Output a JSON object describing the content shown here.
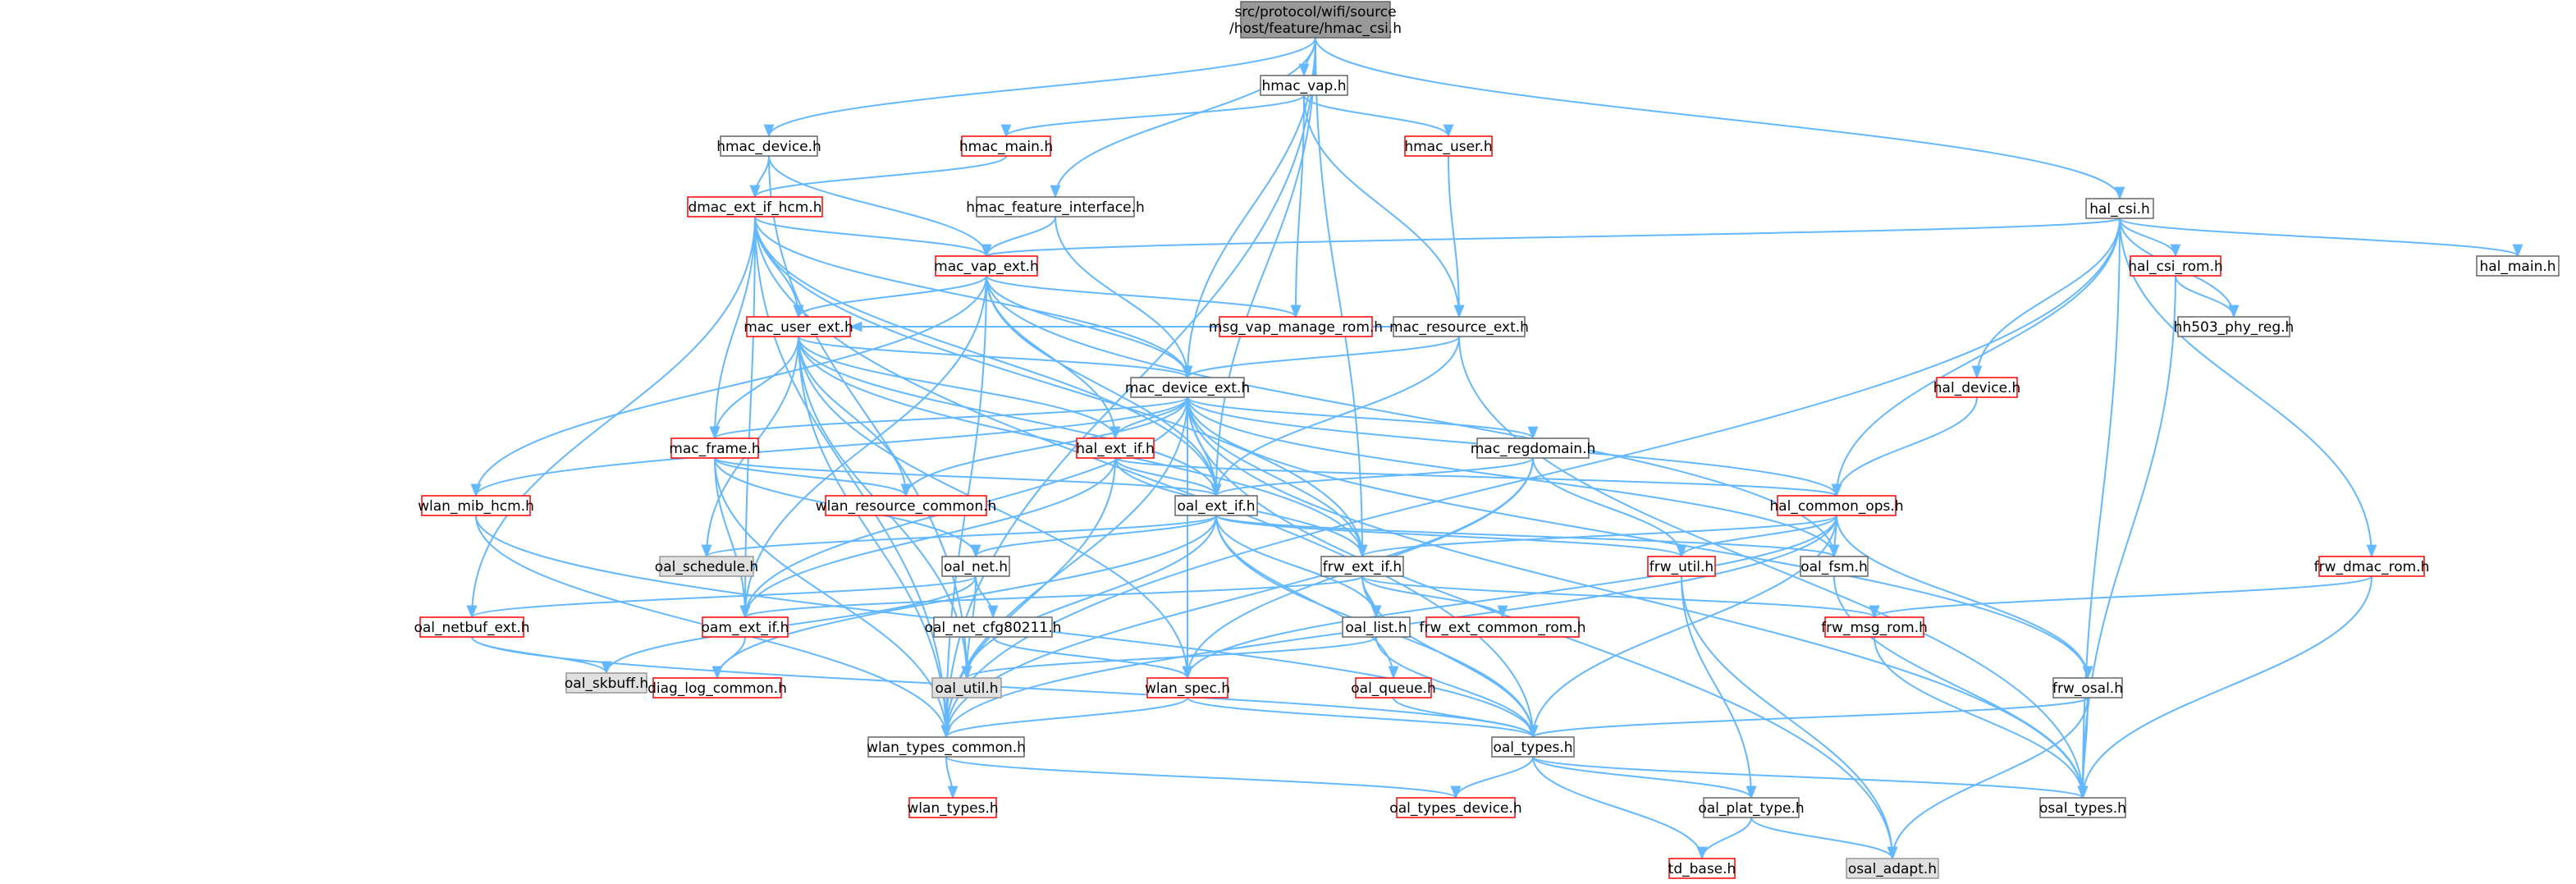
{
  "diagram": {
    "colors": {
      "edge": "#63b8ff",
      "border_normal": "#666666",
      "border_truncated": "#ff0000",
      "fill_normal": "#ffffff",
      "fill_root": "#999999",
      "fill_external": "#e0e0e0",
      "text": "#000000"
    },
    "nodes": [
      {
        "id": "root",
        "label": "src/protocol/wifi/source\n/host/feature/hmac_csi.h",
        "style": "root"
      },
      {
        "id": "hmac_vap",
        "label": "hmac_vap.h",
        "style": "normal"
      },
      {
        "id": "hmac_device",
        "label": "hmac_device.h",
        "style": "normal"
      },
      {
        "id": "hmac_main",
        "label": "hmac_main.h",
        "style": "truncated"
      },
      {
        "id": "hmac_user",
        "label": "hmac_user.h",
        "style": "truncated"
      },
      {
        "id": "hal_csi",
        "label": "hal_csi.h",
        "style": "normal"
      },
      {
        "id": "dmac_ext_if_hcm",
        "label": "dmac_ext_if_hcm.h",
        "style": "truncated"
      },
      {
        "id": "hmac_feature_interface",
        "label": "hmac_feature_interface.h",
        "style": "normal"
      },
      {
        "id": "mac_vap_ext",
        "label": "mac_vap_ext.h",
        "style": "truncated"
      },
      {
        "id": "hal_csi_rom",
        "label": "hal_csi_rom.h",
        "style": "truncated"
      },
      {
        "id": "hal_main",
        "label": "hal_main.h",
        "style": "normal"
      },
      {
        "id": "msg_vap_manage_rom",
        "label": "msg_vap_manage_rom.h",
        "style": "truncated"
      },
      {
        "id": "mac_resource_ext",
        "label": "mac_resource_ext.h",
        "style": "normal"
      },
      {
        "id": "mac_user_ext",
        "label": "mac_user_ext.h",
        "style": "truncated"
      },
      {
        "id": "hh503_phy_reg",
        "label": "hh503_phy_reg.h",
        "style": "normal"
      },
      {
        "id": "mac_device_ext",
        "label": "mac_device_ext.h",
        "style": "normal"
      },
      {
        "id": "hal_device",
        "label": "hal_device.h",
        "style": "truncated"
      },
      {
        "id": "mac_frame",
        "label": "mac_frame.h",
        "style": "truncated"
      },
      {
        "id": "hal_ext_if",
        "label": "hal_ext_if.h",
        "style": "truncated"
      },
      {
        "id": "mac_regdomain",
        "label": "mac_regdomain.h",
        "style": "normal"
      },
      {
        "id": "wlan_mib_hcm",
        "label": "wlan_mib_hcm.h",
        "style": "truncated"
      },
      {
        "id": "wlan_resource_common",
        "label": "wlan_resource_common.h",
        "style": "truncated"
      },
      {
        "id": "oal_ext_if",
        "label": "oal_ext_if.h",
        "style": "normal"
      },
      {
        "id": "hal_common_ops",
        "label": "hal_common_ops.h",
        "style": "truncated"
      },
      {
        "id": "oal_schedule",
        "label": "oal_schedule.h",
        "style": "external"
      },
      {
        "id": "oal_net",
        "label": "oal_net.h",
        "style": "normal"
      },
      {
        "id": "frw_ext_if",
        "label": "frw_ext_if.h",
        "style": "normal"
      },
      {
        "id": "frw_util",
        "label": "frw_util.h",
        "style": "truncated"
      },
      {
        "id": "oal_fsm",
        "label": "oal_fsm.h",
        "style": "normal"
      },
      {
        "id": "frw_dmac_rom",
        "label": "frw_dmac_rom.h",
        "style": "truncated"
      },
      {
        "id": "oal_netbuf_ext",
        "label": "oal_netbuf_ext.h",
        "style": "truncated"
      },
      {
        "id": "oam_ext_if",
        "label": "oam_ext_if.h",
        "style": "truncated"
      },
      {
        "id": "oal_net_cfg80211",
        "label": "oal_net_cfg80211.h",
        "style": "normal"
      },
      {
        "id": "oal_list",
        "label": "oal_list.h",
        "style": "normal"
      },
      {
        "id": "frw_ext_common_rom",
        "label": "frw_ext_common_rom.h",
        "style": "truncated"
      },
      {
        "id": "frw_msg_rom",
        "label": "frw_msg_rom.h",
        "style": "truncated"
      },
      {
        "id": "oal_skbuff",
        "label": "oal_skbuff.h",
        "style": "external"
      },
      {
        "id": "diag_log_common",
        "label": "diag_log_common.h",
        "style": "truncated"
      },
      {
        "id": "oal_util",
        "label": "oal_util.h",
        "style": "external"
      },
      {
        "id": "wlan_spec",
        "label": "wlan_spec.h",
        "style": "truncated"
      },
      {
        "id": "oal_queue",
        "label": "oal_queue.h",
        "style": "truncated"
      },
      {
        "id": "frw_osal",
        "label": "frw_osal.h",
        "style": "normal"
      },
      {
        "id": "wlan_types_common",
        "label": "wlan_types_common.h",
        "style": "normal"
      },
      {
        "id": "oal_types",
        "label": "oal_types.h",
        "style": "normal"
      },
      {
        "id": "osal_types",
        "label": "osal_types.h",
        "style": "normal"
      },
      {
        "id": "wlan_types",
        "label": "wlan_types.h",
        "style": "truncated"
      },
      {
        "id": "oal_types_device",
        "label": "oal_types_device.h",
        "style": "truncated"
      },
      {
        "id": "oal_plat_type",
        "label": "oal_plat_type.h",
        "style": "normal"
      },
      {
        "id": "td_base",
        "label": "td_base.h",
        "style": "truncated"
      },
      {
        "id": "osal_adapt",
        "label": "osal_adapt.h",
        "style": "external"
      }
    ],
    "edges": [
      [
        "root",
        "hmac_vap"
      ],
      [
        "root",
        "hmac_device"
      ],
      [
        "root",
        "hal_csi"
      ],
      [
        "root",
        "hmac_feature_interface"
      ],
      [
        "root",
        "mac_device_ext"
      ],
      [
        "root",
        "oal_ext_if"
      ],
      [
        "root",
        "frw_ext_if"
      ],
      [
        "root",
        "wlan_types_common"
      ],
      [
        "hmac_vap",
        "hmac_main"
      ],
      [
        "hmac_vap",
        "hmac_user"
      ],
      [
        "hmac_vap",
        "msg_vap_manage_rom"
      ],
      [
        "hmac_vap",
        "mac_resource_ext"
      ],
      [
        "hmac_device",
        "dmac_ext_if_hcm"
      ],
      [
        "hmac_device",
        "mac_vap_ext"
      ],
      [
        "hmac_device",
        "oal_util"
      ],
      [
        "hmac_main",
        "dmac_ext_if_hcm"
      ],
      [
        "hmac_user",
        "mac_resource_ext"
      ],
      [
        "hmac_feature_interface",
        "mac_vap_ext"
      ],
      [
        "hmac_feature_interface",
        "mac_device_ext"
      ],
      [
        "hal_csi",
        "mac_vap_ext"
      ],
      [
        "hal_csi",
        "hal_csi_rom"
      ],
      [
        "hal_csi",
        "hal_main"
      ],
      [
        "hal_csi",
        "hh503_phy_reg"
      ],
      [
        "hal_csi",
        "hal_device"
      ],
      [
        "hal_csi",
        "hal_common_ops"
      ],
      [
        "hal_csi",
        "frw_dmac_rom"
      ],
      [
        "hal_csi",
        "osal_types"
      ],
      [
        "hal_csi",
        "wlan_types_common"
      ],
      [
        "hal_csi_rom",
        "hh503_phy_reg"
      ],
      [
        "hal_csi_rom",
        "osal_types"
      ],
      [
        "dmac_ext_if_hcm",
        "mac_vap_ext"
      ],
      [
        "dmac_ext_if_hcm",
        "mac_user_ext"
      ],
      [
        "dmac_ext_if_hcm",
        "mac_device_ext"
      ],
      [
        "dmac_ext_if_hcm",
        "mac_frame"
      ],
      [
        "dmac_ext_if_hcm",
        "oal_ext_if"
      ],
      [
        "dmac_ext_if_hcm",
        "frw_ext_if"
      ],
      [
        "dmac_ext_if_hcm",
        "oal_netbuf_ext"
      ],
      [
        "dmac_ext_if_hcm",
        "oam_ext_if"
      ],
      [
        "dmac_ext_if_hcm",
        "wlan_types_common"
      ],
      [
        "dmac_ext_if_hcm",
        "oal_types"
      ],
      [
        "mac_vap_ext",
        "mac_user_ext"
      ],
      [
        "mac_vap_ext",
        "mac_device_ext"
      ],
      [
        "mac_vap_ext",
        "msg_vap_manage_rom"
      ],
      [
        "mac_vap_ext",
        "hal_ext_if"
      ],
      [
        "mac_vap_ext",
        "oal_ext_if"
      ],
      [
        "mac_vap_ext",
        "wlan_mib_hcm"
      ],
      [
        "mac_vap_ext",
        "oal_fsm"
      ],
      [
        "mac_vap_ext",
        "wlan_types_common"
      ],
      [
        "mac_vap_ext",
        "oam_ext_if"
      ],
      [
        "mac_resource_ext",
        "mac_device_ext"
      ],
      [
        "mac_resource_ext",
        "mac_user_ext"
      ],
      [
        "mac_resource_ext",
        "oal_ext_if"
      ],
      [
        "mac_resource_ext",
        "osal_types"
      ],
      [
        "mac_user_ext",
        "mac_device_ext"
      ],
      [
        "mac_user_ext",
        "mac_frame"
      ],
      [
        "mac_user_ext",
        "hal_ext_if"
      ],
      [
        "mac_user_ext",
        "oal_ext_if"
      ],
      [
        "mac_user_ext",
        "wlan_resource_common"
      ],
      [
        "mac_user_ext",
        "oal_schedule"
      ],
      [
        "mac_user_ext",
        "frw_ext_if"
      ],
      [
        "mac_user_ext",
        "oal_util"
      ],
      [
        "mac_user_ext",
        "wlan_spec"
      ],
      [
        "mac_user_ext",
        "wlan_types_common"
      ],
      [
        "mac_device_ext",
        "mac_frame"
      ],
      [
        "mac_device_ext",
        "hal_ext_if"
      ],
      [
        "mac_device_ext",
        "mac_regdomain"
      ],
      [
        "mac_device_ext",
        "oal_ext_if"
      ],
      [
        "mac_device_ext",
        "wlan_resource_common"
      ],
      [
        "mac_device_ext",
        "hal_common_ops"
      ],
      [
        "mac_device_ext",
        "wlan_mib_hcm"
      ],
      [
        "mac_device_ext",
        "frw_ext_if"
      ],
      [
        "mac_device_ext",
        "oal_fsm"
      ],
      [
        "mac_device_ext",
        "frw_osal"
      ],
      [
        "mac_device_ext",
        "osal_types"
      ],
      [
        "mac_device_ext",
        "osal_adapt"
      ],
      [
        "mac_device_ext",
        "wlan_spec"
      ],
      [
        "mac_device_ext",
        "wlan_types_common"
      ],
      [
        "mac_device_ext",
        "oam_ext_if"
      ],
      [
        "hal_device",
        "hal_common_ops"
      ],
      [
        "mac_frame",
        "oal_ext_if"
      ],
      [
        "mac_frame",
        "wlan_resource_common"
      ],
      [
        "mac_frame",
        "oal_net"
      ],
      [
        "mac_frame",
        "oam_ext_if"
      ],
      [
        "mac_frame",
        "wlan_types_common"
      ],
      [
        "hal_ext_if",
        "oal_ext_if"
      ],
      [
        "hal_ext_if",
        "hal_common_ops"
      ],
      [
        "hal_ext_if",
        "frw_ext_if"
      ],
      [
        "hal_ext_if",
        "oam_ext_if"
      ],
      [
        "hal_ext_if",
        "wlan_types_common"
      ],
      [
        "mac_regdomain",
        "oal_ext_if"
      ],
      [
        "mac_regdomain",
        "frw_util"
      ],
      [
        "mac_regdomain",
        "wlan_spec"
      ],
      [
        "mac_regdomain",
        "wlan_types_common"
      ],
      [
        "wlan_mib_hcm",
        "wlan_types_common"
      ],
      [
        "wlan_mib_hcm",
        "oal_types"
      ],
      [
        "oal_ext_if",
        "oal_schedule"
      ],
      [
        "oal_ext_if",
        "oal_net"
      ],
      [
        "oal_ext_if",
        "frw_util"
      ],
      [
        "oal_ext_if",
        "oal_fsm"
      ],
      [
        "oal_ext_if",
        "oal_list"
      ],
      [
        "oal_ext_if",
        "oal_queue"
      ],
      [
        "oal_ext_if",
        "oal_util"
      ],
      [
        "oal_ext_if",
        "diag_log_common"
      ],
      [
        "oal_ext_if",
        "oal_types"
      ],
      [
        "hal_common_ops",
        "frw_util"
      ],
      [
        "hal_common_ops",
        "oal_fsm"
      ],
      [
        "hal_common_ops",
        "frw_ext_if"
      ],
      [
        "hal_common_ops",
        "frw_osal"
      ],
      [
        "hal_common_ops",
        "wlan_spec"
      ],
      [
        "hal_common_ops",
        "oal_types"
      ],
      [
        "hal_common_ops",
        "wlan_types_common"
      ],
      [
        "oal_net",
        "oal_netbuf_ext"
      ],
      [
        "oal_net",
        "oal_net_cfg80211"
      ],
      [
        "oal_net",
        "oal_skbuff"
      ],
      [
        "oal_net",
        "oal_util"
      ],
      [
        "frw_ext_if",
        "oal_list"
      ],
      [
        "frw_ext_if",
        "frw_ext_common_rom"
      ],
      [
        "frw_ext_if",
        "frw_msg_rom"
      ],
      [
        "frw_ext_if",
        "oam_ext_if"
      ],
      [
        "frw_ext_if",
        "oal_types"
      ],
      [
        "frw_util",
        "oal_plat_type"
      ],
      [
        "frw_util",
        "osal_adapt"
      ],
      [
        "oal_fsm",
        "osal_types"
      ],
      [
        "frw_dmac_rom",
        "frw_msg_rom"
      ],
      [
        "frw_dmac_rom",
        "osal_types"
      ],
      [
        "oal_netbuf_ext",
        "oal_skbuff"
      ],
      [
        "oal_netbuf_ext",
        "oal_types"
      ],
      [
        "oam_ext_if",
        "diag_log_common"
      ],
      [
        "oal_net_cfg80211",
        "wlan_spec"
      ],
      [
        "oal_list",
        "oal_util"
      ],
      [
        "oal_list",
        "oal_types"
      ],
      [
        "frw_msg_rom",
        "osal_types"
      ],
      [
        "wlan_spec",
        "wlan_types_common"
      ],
      [
        "wlan_spec",
        "oal_types"
      ],
      [
        "oal_queue",
        "oal_types"
      ],
      [
        "frw_osal",
        "oal_types"
      ],
      [
        "frw_osal",
        "osal_types"
      ],
      [
        "frw_osal",
        "osal_adapt"
      ],
      [
        "wlan_types_common",
        "wlan_types"
      ],
      [
        "wlan_types_common",
        "oal_types_device"
      ],
      [
        "oal_types",
        "osal_types"
      ],
      [
        "oal_types",
        "oal_types_device"
      ],
      [
        "oal_types",
        "oal_plat_type"
      ],
      [
        "oal_types",
        "td_base"
      ],
      [
        "oal_plat_type",
        "td_base"
      ],
      [
        "oal_plat_type",
        "osal_adapt"
      ]
    ]
  }
}
